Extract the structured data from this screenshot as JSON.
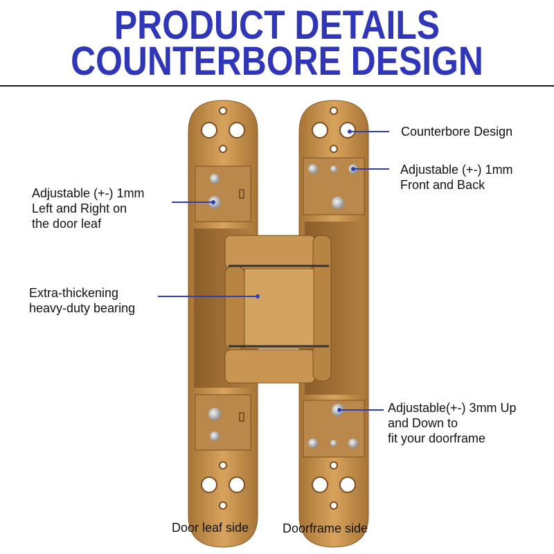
{
  "header": {
    "title_line1": "PRODUCT DETAILS",
    "title_line2": "COUNTERBORE DESIGN"
  },
  "callouts": {
    "counterbore": "Counterbore Design",
    "front_back_line1": "Adjustable (+-) 1mm",
    "front_back_line2": "Front and Back",
    "left_right_line1": "Adjustable (+-) 1mm",
    "left_right_line2": "Left and Right on",
    "left_right_line3": "the door leaf",
    "bearing_line1": "Extra-thickening",
    "bearing_line2": "heavy-duty bearing",
    "up_down_line1": "Adjustable(+-) 3mm Up",
    "up_down_line2": "and Down to",
    "up_down_line3": "fit your doorframe"
  },
  "captions": {
    "door_leaf": "Door leaf side",
    "doorframe": "Doorframe side"
  },
  "colors": {
    "title": "#2f36b8",
    "pointer": "#2f3fb0",
    "bronze": "#c4914a"
  }
}
